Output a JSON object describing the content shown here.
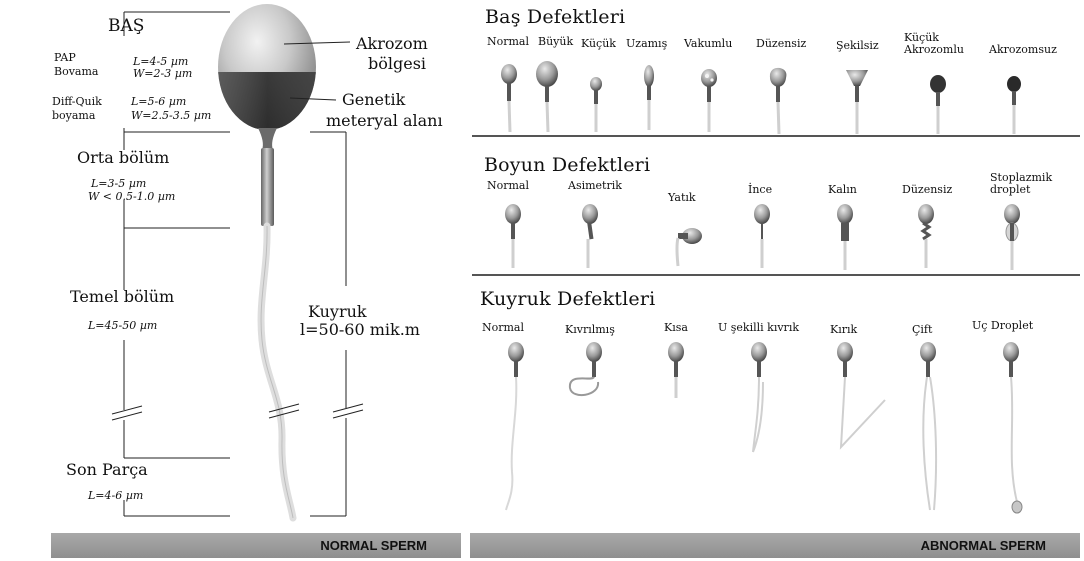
{
  "normal": {
    "head_title": "BAŞ",
    "pap_label_1": "PAP",
    "pap_label_2": "Bovama",
    "pap_l": "L=4-5 µm",
    "pap_w": "W=2-3 µm",
    "diff_label_1": "Diff-Quik",
    "diff_label_2": "boyama",
    "diff_l": "L=5-6 µm",
    "diff_w": "W=2.5-3.5 µm",
    "acrosome_1": "Akrozom",
    "acrosome_2": "bölgesi",
    "genetic_1": "Genetik",
    "genetic_2": "meteryal alanı",
    "midpiece": "Orta bölüm",
    "midpiece_l": "L=3-5 µm",
    "midpiece_w": "W < 0.5-1.0 µm",
    "principal": "Temel bölüm",
    "principal_l": "L=45-50 µm",
    "tail_1": "Kuyruk",
    "tail_2": "l=50-60 mik.m",
    "endpiece": "Son Parça",
    "endpiece_l": "L=4-6 µm",
    "footer": "NORMAL SPERM"
  },
  "abnormal": {
    "footer": "ABNORMAL SPERM",
    "head_section": {
      "title": "Baş Defektleri",
      "items": [
        "Normal",
        "Büyük",
        "Küçük",
        "Uzamış",
        "Vakumlu",
        "Düzensiz",
        "Şekilsiz",
        "Küçük Akrozomlu",
        "Akrozomsuz"
      ]
    },
    "neck_section": {
      "title": "Boyun Defektleri",
      "items": [
        "Normal",
        "Asimetrik",
        "Yatık",
        "İnce",
        "Kalın",
        "Düzensiz",
        "Stoplazmik droplet"
      ]
    },
    "tail_section": {
      "title": "Kuyruk Defektleri",
      "items": [
        "Normal",
        "Kıvrılmış",
        "Kısa",
        "U şekilli kıvrık",
        "Kırık",
        "Çift",
        "Uç Droplet"
      ]
    }
  },
  "colors": {
    "footer_bar": "#999999",
    "head_dark": "#2a2a2a",
    "head_light": "#d0d0d0",
    "tail": "#e4e4e4"
  }
}
